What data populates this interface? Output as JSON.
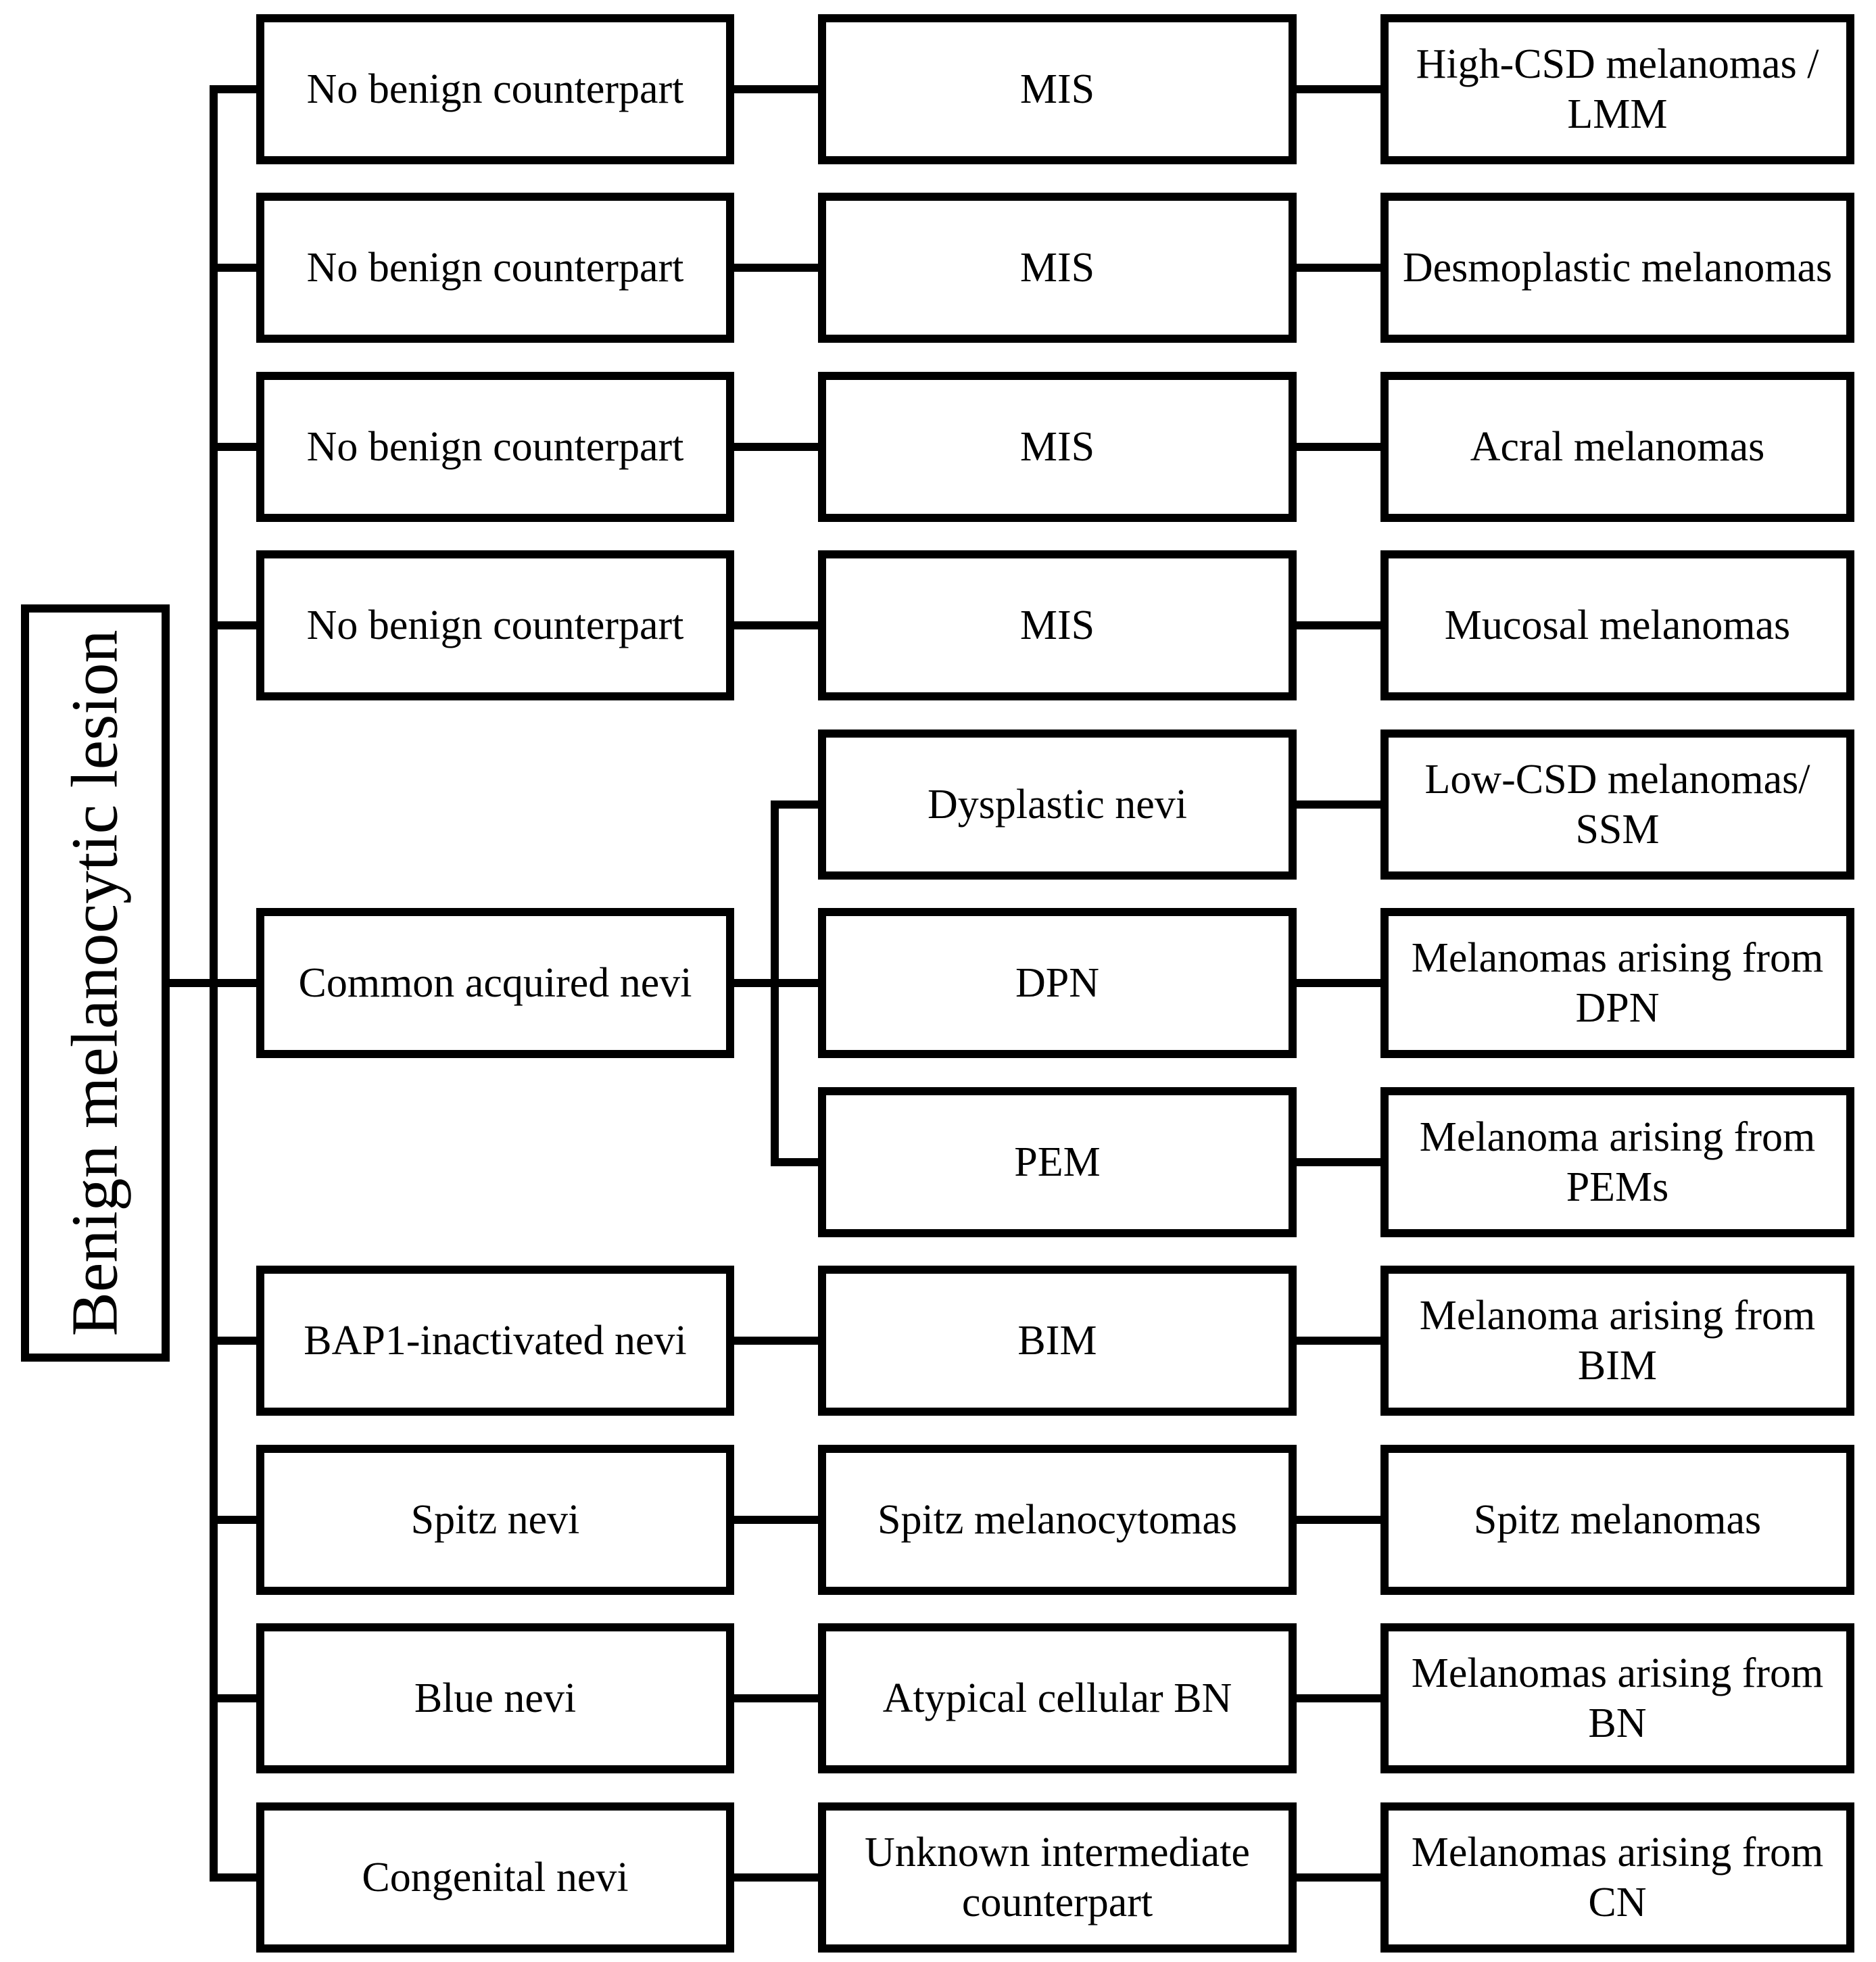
{
  "figure": {
    "type": "flowchart",
    "root_label": "Benign melanocytic lesion",
    "colors": {
      "line": "#000000",
      "box_fill": "#ffffff",
      "text": "#000000",
      "background": "#ffffff"
    },
    "rows": [
      {
        "left": "No benign counterpart",
        "middle": "MIS",
        "right": "High-CSD melanomas /\nLMM"
      },
      {
        "left": "No benign counterpart",
        "middle": "MIS",
        "right": "Desmoplastic melanomas"
      },
      {
        "left": "No benign counterpart",
        "middle": "MIS",
        "right": "Acral melanomas"
      },
      {
        "left": "No benign counterpart",
        "middle": "MIS",
        "right": "Mucosal melanomas"
      },
      {
        "middle": "Dysplastic nevi",
        "right": "Low-CSD melanomas/\nSSM"
      },
      {
        "left": "Common acquired nevi",
        "middle": "DPN",
        "right": "Melanomas arising from\nDPN"
      },
      {
        "middle": "PEM",
        "right": "Melanoma arising from\nPEMs"
      },
      {
        "left": "BAP1-inactivated nevi",
        "middle": "BIM",
        "right": "Melanoma arising from\nBIM"
      },
      {
        "left": "Spitz nevi",
        "middle": "Spitz melanocytomas",
        "right": "Spitz melanomas"
      },
      {
        "left": "Blue nevi",
        "middle": "Atypical cellular BN",
        "right": "Melanomas arising from\nBN"
      },
      {
        "left": "Congenital nevi",
        "middle": "Unknown intermediate\ncounterpart",
        "right": "Melanomas arising from\nCN"
      }
    ]
  }
}
